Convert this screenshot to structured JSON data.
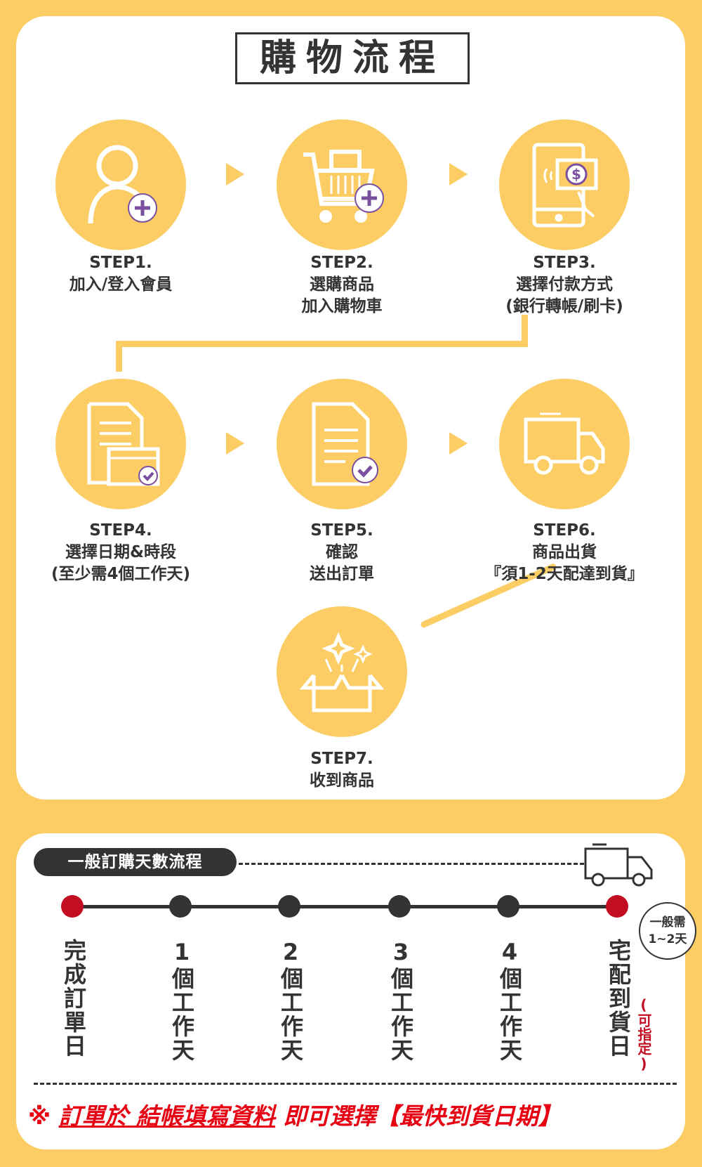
{
  "title": "購物流程",
  "steps": [
    {
      "step": "STEP1.",
      "lines": [
        "加入/登入會員"
      ],
      "icon": "user-add-icon"
    },
    {
      "step": "STEP2.",
      "lines": [
        "選購商品",
        "加入購物車"
      ],
      "icon": "cart-add-icon"
    },
    {
      "step": "STEP3.",
      "lines": [
        "選擇付款方式",
        "(銀行轉帳/刷卡)"
      ],
      "icon": "phone-payment-icon"
    },
    {
      "step": "STEP4.",
      "lines": [
        "選擇日期&時段",
        "(至少需4個工作天)"
      ],
      "icon": "document-calendar-icon"
    },
    {
      "step": "STEP5.",
      "lines": [
        "確認",
        "送出訂單"
      ],
      "icon": "document-check-icon"
    },
    {
      "step": "STEP6.",
      "lines": [
        "商品出貨",
        "『須1-2天配達到貨』"
      ],
      "icon": "truck-icon"
    },
    {
      "step": "STEP7.",
      "lines": [
        "收到商品"
      ],
      "icon": "open-box-icon"
    }
  ],
  "timeline": {
    "title": "一般訂購天數流程",
    "points": [
      "完成訂單日",
      "1個工作天",
      "2個工作天",
      "3個工作天",
      "4個工作天",
      "宅配到貨日"
    ],
    "optional": "(可指定)",
    "bubble": [
      "一般需",
      "1~2天"
    ]
  },
  "note": {
    "mark": "※ ",
    "underlined": "訂單於 結帳填寫資料",
    "rest": " 即可選擇【最快到貨日期】"
  },
  "colors": {
    "yellow": "#fbcd64",
    "dark": "#333333",
    "red": "#c30d23",
    "purple": "#7b4fa0"
  }
}
